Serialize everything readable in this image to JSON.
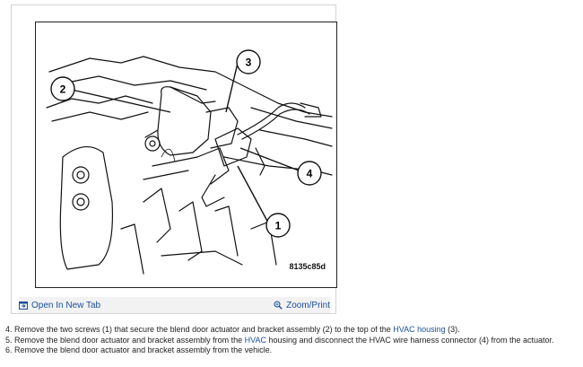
{
  "figure": {
    "code": "8135c85d",
    "callouts": [
      "1",
      "2",
      "3",
      "4"
    ]
  },
  "toolbar": {
    "open_new_tab_label": "Open In New Tab",
    "zoom_print_label": "Zoom/Print"
  },
  "steps": [
    {
      "before": "4. Remove the two screws (1) that secure the blend door actuator and bracket assembly (2) to the top of the ",
      "link": "HVAC housing",
      "after": " (3)."
    },
    {
      "before": "5. Remove the blend door actuator and bracket assembly from the ",
      "link": "HVAC",
      "after": " housing and disconnect the HVAC wire harness connector (4) from the actuator."
    },
    {
      "before": "6. Remove the blend door actuator and bracket assembly from the vehicle.",
      "link": "",
      "after": ""
    }
  ],
  "colors": {
    "link": "#1a4f9c",
    "toolbar_bg": "#f2f2f2"
  },
  "icons": {
    "open_new_tab": "open-new-tab-icon",
    "zoom": "magnifier-zoom-icon"
  }
}
